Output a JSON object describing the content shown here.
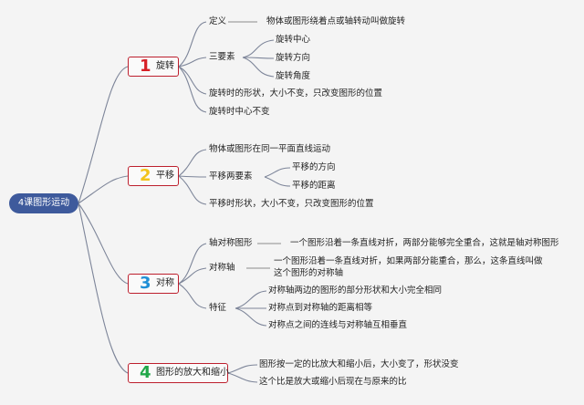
{
  "colors": {
    "line": "#7d8599",
    "rule": "#8b8b8b",
    "root": "#3e5a9c",
    "border": "#bd1f2d",
    "n1": "#d61f26",
    "n2": "#f2c31b",
    "n3": "#1f8fd6",
    "n4": "#22a84a"
  },
  "root": {
    "label": "4课图形运动"
  },
  "branches": [
    {
      "num": "1",
      "label": "旋转",
      "definition": {
        "label": "定义",
        "text": "物体或图形绕着点或轴转动叫做旋转"
      },
      "elements": {
        "label": "三要素",
        "items": [
          "旋转中心",
          "旋转方向",
          "旋转角度"
        ]
      },
      "notes": [
        "旋转时的形状，大小不变，只改变图形的位置",
        "旋转时中心不变"
      ]
    },
    {
      "num": "2",
      "label": "平移",
      "definition": "物体或图形在同一平面直线运动",
      "elements": {
        "label": "平移两要素",
        "items": [
          "平移的方向",
          "平移的距离"
        ]
      },
      "note": "平移时形状，大小不变，只改变图形的位置"
    },
    {
      "num": "3",
      "label": "对称",
      "figure": {
        "label": "轴对称图形",
        "text": "一个图形沿着一条直线对折，两部分能够完全重合，这就是轴对称图形"
      },
      "axis": {
        "label": "对称轴",
        "lines": [
          "一个图形沿着一条直线对折，如果两部分能重合，那么，这条直线叫做",
          "这个图形的对称轴"
        ]
      },
      "features": {
        "label": "特征",
        "items": [
          "对称轴两边的图形的部分形状和大小完全相同",
          "对称点到对称轴的距离相等",
          "对称点之间的连线与对称轴互相垂直"
        ]
      }
    },
    {
      "num": "4",
      "label": "图形的放大和缩小",
      "items": [
        "图形按一定的比放大和缩小后，大小变了，形状没变",
        "这个比是放大或缩小后现在与原来的比"
      ]
    }
  ]
}
